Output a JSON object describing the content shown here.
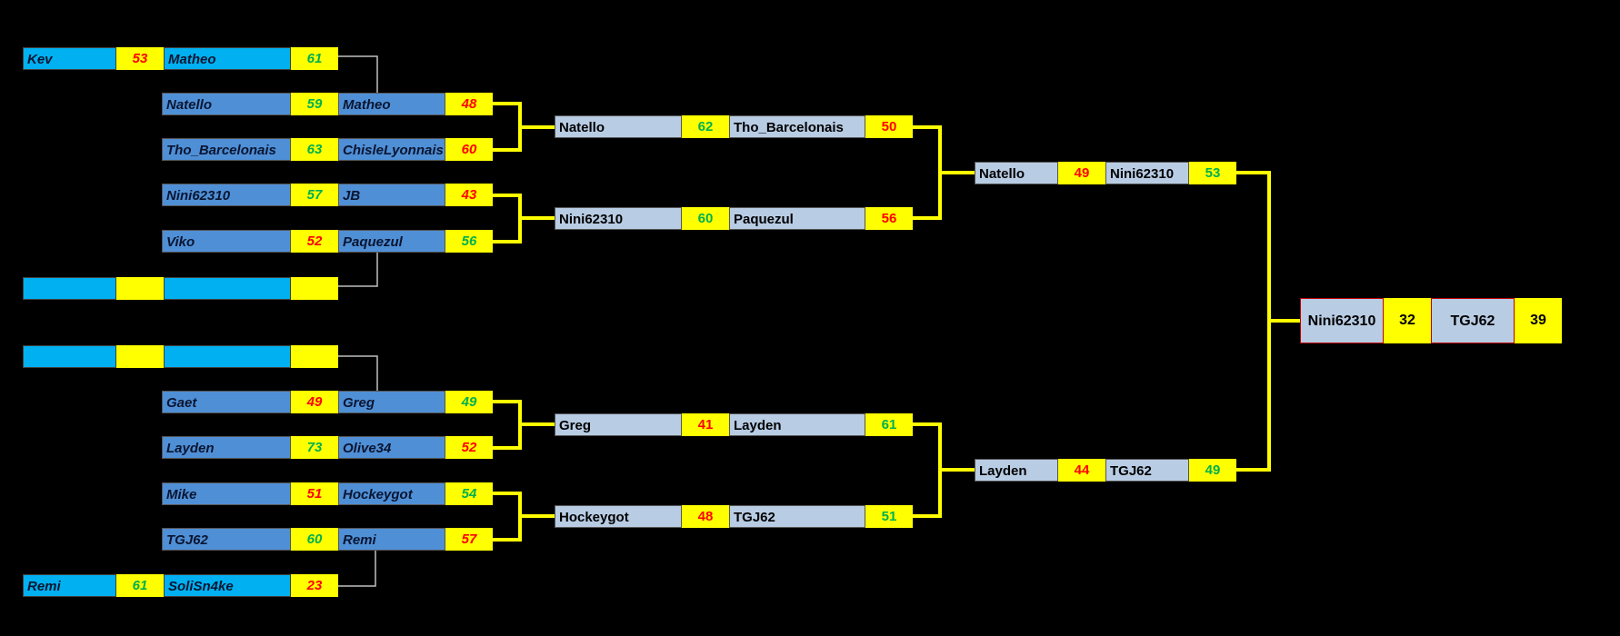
{
  "colors": {
    "background": "#000000",
    "wire": "#ffff00",
    "thin_wire": "#c0c0c0",
    "win_score": "#00b050",
    "lose_score": "#ff0000",
    "score_bg": "#ffff00"
  },
  "qualifiers": [
    {
      "a": "Kev",
      "as": "53",
      "b": "Matheo",
      "bs": "61",
      "win": "b"
    },
    {
      "a": "",
      "as": "",
      "b": "",
      "bs": "",
      "win": ""
    },
    {
      "a": "",
      "as": "",
      "b": "",
      "bs": "",
      "win": ""
    },
    {
      "a": "Remi",
      "as": "61",
      "b": "SoliSn4ke",
      "bs": "23",
      "win": "a"
    }
  ],
  "round1": [
    {
      "a": "Natello",
      "as": "59",
      "b": "Matheo",
      "bs": "48",
      "win": "a"
    },
    {
      "a": "Tho_Barcelonais",
      "as": "63",
      "b": "ChisleLyonnais",
      "bs": "60",
      "win": "a"
    },
    {
      "a": "Nini62310",
      "as": "57",
      "b": "JB",
      "bs": "43",
      "win": "a"
    },
    {
      "a": "Viko",
      "as": "52",
      "b": "Paquezul",
      "bs": "56",
      "win": "b"
    },
    {
      "a": "Gaet",
      "as": "49",
      "b": "Greg",
      "bs": "49",
      "win": "b"
    },
    {
      "a": "Layden",
      "as": "73",
      "b": "Olive34",
      "bs": "52",
      "win": "a"
    },
    {
      "a": "Mike",
      "as": "51",
      "b": "Hockeygot",
      "bs": "54",
      "win": "b"
    },
    {
      "a": "TGJ62",
      "as": "60",
      "b": "Remi",
      "bs": "57",
      "win": "a"
    }
  ],
  "round2": [
    {
      "a": "Natello",
      "as": "62",
      "b": "Tho_Barcelonais",
      "bs": "50",
      "win": "a"
    },
    {
      "a": "Nini62310",
      "as": "60",
      "b": "Paquezul",
      "bs": "56",
      "win": "a"
    },
    {
      "a": "Greg",
      "as": "41",
      "b": "Layden",
      "bs": "61",
      "win": "b"
    },
    {
      "a": "Hockeygot",
      "as": "48",
      "b": "TGJ62",
      "bs": "51",
      "win": "b"
    }
  ],
  "semis": [
    {
      "a": "Natello",
      "as": "49",
      "b": "Nini62310",
      "bs": "53",
      "win": "b"
    },
    {
      "a": "Layden",
      "as": "44",
      "b": "TGJ62",
      "bs": "49",
      "win": "b"
    }
  ],
  "final": {
    "a": "Nini62310",
    "as": "32",
    "b": "TGJ62",
    "bs": "39"
  }
}
